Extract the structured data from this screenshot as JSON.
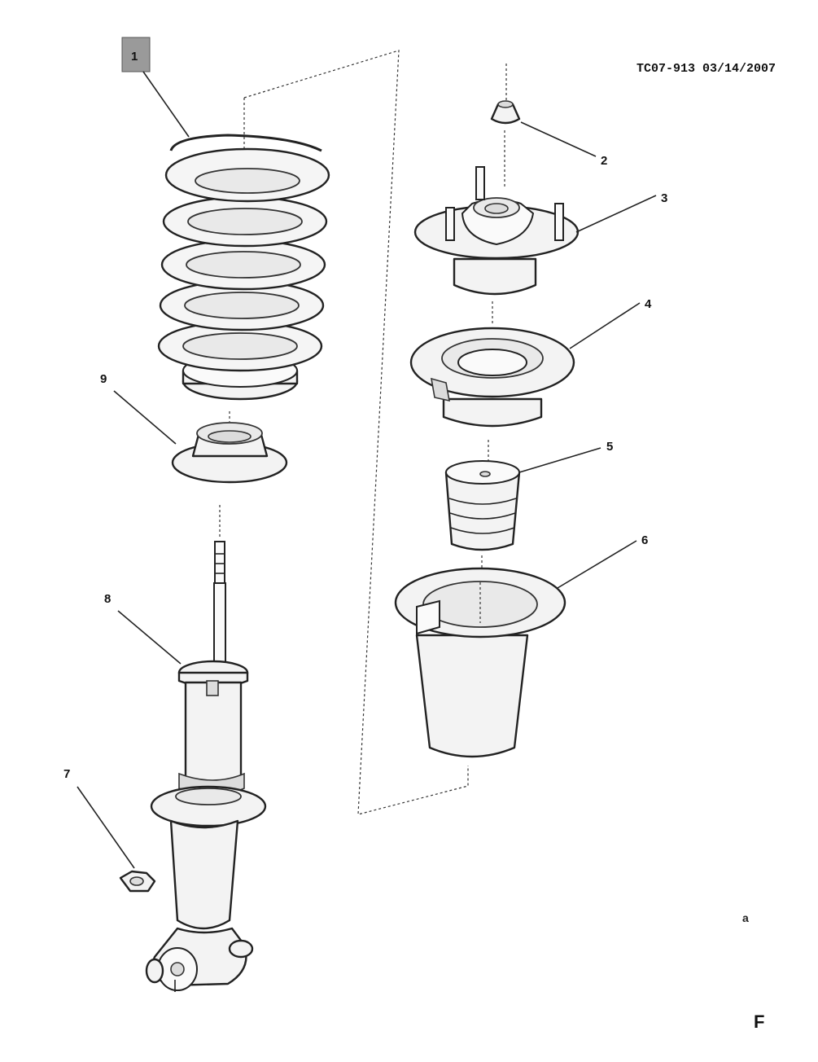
{
  "drawing": {
    "stamp": "TC07-913 03/14/2007"
  },
  "callouts": {
    "c1": "1",
    "c2": "2",
    "c3": "3",
    "c4": "4",
    "c5": "5",
    "c6": "6",
    "c7": "7",
    "c8": "8",
    "c9": "9"
  },
  "marks": {
    "corner_glyph": "F",
    "dot_glyph": "a"
  },
  "colors": {
    "highlight_box": "#9a9a9a"
  }
}
